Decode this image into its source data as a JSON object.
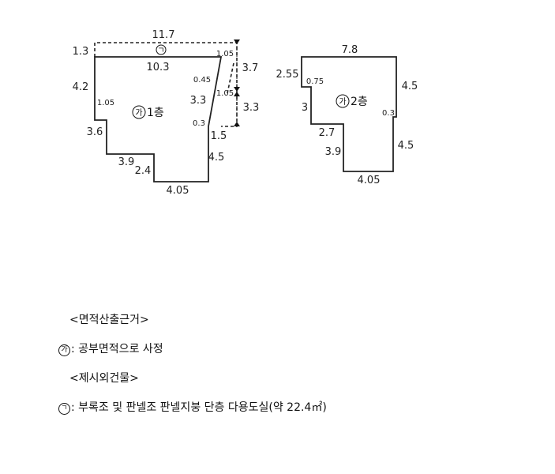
{
  "floor1": {
    "label_marker": "가",
    "label_text": "1층",
    "dims": {
      "top_overall": "11.7",
      "top_left_offset": "1.3",
      "top_inner": "10.3",
      "right_top_small": "1.05",
      "right_upper": "3.7",
      "right_lower": "3.3",
      "inner_045": "0.45",
      "inner_105": "1.05",
      "inner_33": "3.3",
      "inner_03": "0.3",
      "right_step": "1.5",
      "right_bottom": "4.5",
      "left_upper": "4.2",
      "left_small": "1.05",
      "left_lower": "3.6",
      "step_width": "3.9",
      "step_height": "2.4",
      "bottom": "4.05"
    }
  },
  "floor2": {
    "label_marker": "가",
    "label_text": "2층",
    "dims": {
      "top": "7.8",
      "left_top": "2.55",
      "left_small": "0.75",
      "right_upper": "4.5",
      "left_mid": "3",
      "right_small": "0.3",
      "step_width": "2.7",
      "right_lower": "4.5",
      "left_lower": "3.9",
      "bottom": "4.05"
    }
  },
  "roof_marker": "ㄱ",
  "notes": {
    "heading1": "<면적산출근거>",
    "line1_marker": "가",
    "line1_text": ": 공부면적으로 사정",
    "heading2": "<제시외건물>",
    "line2_marker": "ㄱ",
    "line2_text": ": 부록조 및 판넬조 판넬지붕 단층 다용도실(약 22.4㎡)"
  }
}
